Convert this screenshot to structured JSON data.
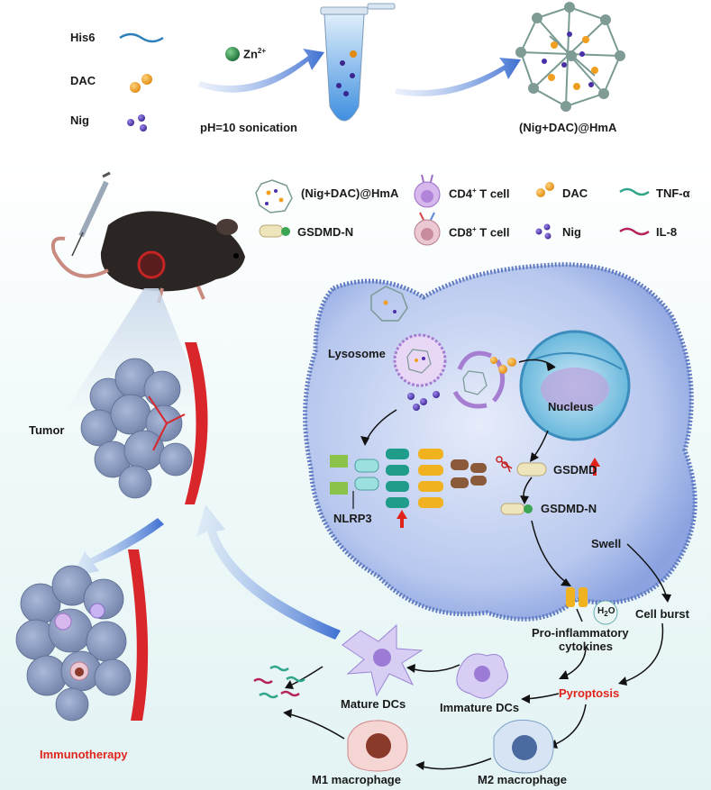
{
  "synthesis": {
    "his6": "His6",
    "dac": "DAC",
    "nig": "Nig",
    "zn": "Zn",
    "zn_charge": "2+",
    "condition": "pH=10 sonication",
    "product": "(Nig+DAC)@HmA"
  },
  "legend": {
    "nanoparticle": "(Nig+DAC)@HmA",
    "gsdmd_n": "GSDMD-N",
    "cd4_prefix": "CD4",
    "cd4_sup": "+",
    "cd4_suffix": " T cell",
    "cd8_prefix": "CD8",
    "cd8_sup": "+",
    "cd8_suffix": " T cell",
    "dac": "DAC",
    "nig": "Nig",
    "tnf": "TNF-α",
    "il8": "IL-8"
  },
  "cell": {
    "lysosome": "Lysosome",
    "nucleus": "Nucleus",
    "nlrp3": "NLRP3",
    "gsdmd": "GSDMD",
    "gsdmd_n": "GSDMD-N",
    "swell": "Swell",
    "water_h": "H",
    "water_sub": "2",
    "water_o": "O"
  },
  "pathway": {
    "proinflammatory_1": "Pro-inflammatory",
    "proinflammatory_2": "cytokines",
    "cell_burst": "Cell burst",
    "pyroptosis": "Pyroptosis",
    "immature_dcs": "Immature DCs",
    "mature_dcs": "Mature DCs",
    "m2": "M2 macrophage",
    "m1": "M1 macrophage"
  },
  "left": {
    "tumor": "Tumor",
    "immunotherapy": "Immunotherapy"
  },
  "colors": {
    "arrow_blue": "#3d6fd1",
    "accent_red": "#e0241b",
    "cell_blue": "#9fb6e8",
    "dac_orange": "#f0a01e",
    "nig_purple": "#5a3fb5",
    "zn_green": "#2f8a4a",
    "vessel_red": "#d9262b"
  }
}
